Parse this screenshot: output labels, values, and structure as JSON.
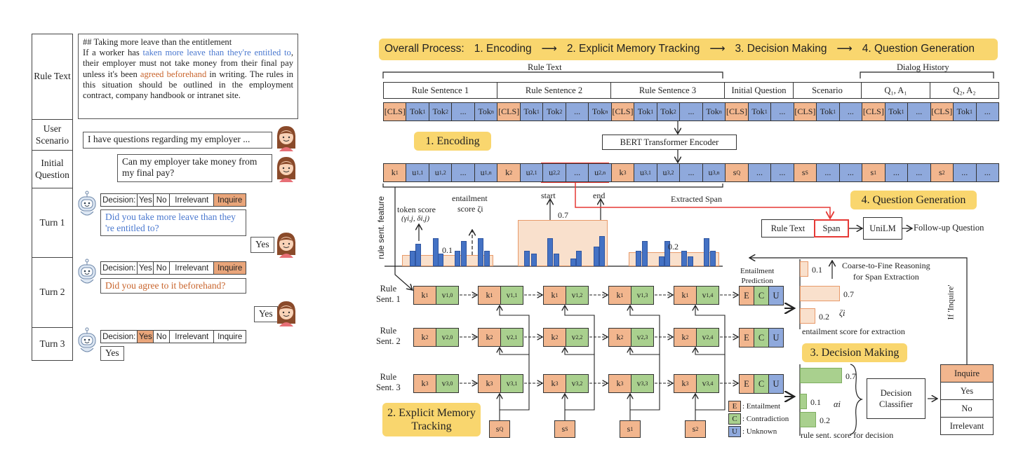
{
  "left": {
    "row_labels": [
      "Rule Text",
      "User Scenario",
      "Initial Question",
      "Turn 1",
      "Turn 2",
      "Turn 3"
    ],
    "rule_text": {
      "heading": "## Taking more leave than the entitlement",
      "parts": [
        "If a worker has ",
        "taken more leave than they're entitled to",
        ", their employer must not take money from their final pay unless it's been ",
        "agreed beforehand",
        " in writing. The rules in this situation should be outlined in the employment contract, company handbook or intranet site."
      ]
    },
    "scenario": "I have questions regarding my employer ...",
    "initial_question": "Can my employer take money from my final pay?",
    "decision_label": "Decision:",
    "options": [
      "Yes",
      "No",
      "Irrelevant",
      "Inquire"
    ],
    "turns": [
      {
        "selected": "Inquire",
        "question": "Did you take more leave than they 're entitled to?",
        "question_color": "#4a78cf",
        "answer": "Yes"
      },
      {
        "selected": "Inquire",
        "question": "Did you agree to it beforehand?",
        "question_color": "#c8642c",
        "answer": "Yes"
      },
      {
        "selected": "Yes",
        "bot_answer": "Yes"
      }
    ]
  },
  "overview": {
    "label": "Overall Process:",
    "steps": [
      "1. Encoding",
      "2. Explicit Memory Tracking",
      "3. Decision Making",
      "4. Question Generation"
    ]
  },
  "input": {
    "rule_text_label": "Rule Text",
    "dialog_history_label": "Dialog History",
    "segments": [
      "Rule Sentence 1",
      "Rule Sentence 2",
      "Rule Sentence 3",
      "Initial Question",
      "Scenario",
      "Q₁, A₁",
      "Q₂, A₂"
    ],
    "tokens": [
      [
        "[CLS]",
        ""
      ],
      [
        "Tok",
        "1"
      ],
      [
        "Tok",
        "2"
      ],
      [
        "...",
        ""
      ],
      [
        "Tok",
        "n"
      ],
      [
        "[CLS]",
        ""
      ],
      [
        "Tok",
        "1"
      ],
      [
        "Tok",
        "2"
      ],
      [
        "...",
        ""
      ],
      [
        "Tok",
        "n"
      ],
      [
        "[CLS]",
        ""
      ],
      [
        "Tok",
        "1"
      ],
      [
        "Tok",
        "2"
      ],
      [
        "...",
        ""
      ],
      [
        "Tok",
        "n"
      ],
      [
        "[CLS]",
        ""
      ],
      [
        "Tok",
        "1"
      ],
      [
        "...",
        ""
      ],
      [
        "[CLS]",
        ""
      ],
      [
        "Tok",
        "1"
      ],
      [
        "...",
        ""
      ],
      [
        "[CLS]",
        ""
      ],
      [
        "Tok",
        "1"
      ],
      [
        "...",
        ""
      ],
      [
        "[CLS]",
        ""
      ],
      [
        "Tok",
        "1"
      ],
      [
        "...",
        ""
      ]
    ],
    "encoder_label": "BERT Transformer Encoder",
    "encoded": [
      [
        "k",
        "1"
      ],
      [
        "u",
        "1,1"
      ],
      [
        "u",
        "1,2"
      ],
      [
        "...",
        ""
      ],
      [
        "u",
        "1,n"
      ],
      [
        "k",
        "2"
      ],
      [
        "u",
        "2,1"
      ],
      [
        "u",
        "2,2"
      ],
      [
        "...",
        ""
      ],
      [
        "u",
        "2,n"
      ],
      [
        "k",
        "3"
      ],
      [
        "u",
        "3,1"
      ],
      [
        "u",
        "3,2"
      ],
      [
        "...",
        ""
      ],
      [
        "u",
        "3,n"
      ],
      [
        "s",
        "Q"
      ],
      [
        "...",
        ""
      ],
      [
        "...",
        ""
      ],
      [
        "s",
        "S"
      ],
      [
        "...",
        ""
      ],
      [
        "...",
        ""
      ],
      [
        "s",
        "1"
      ],
      [
        "...",
        ""
      ],
      [
        "...",
        ""
      ],
      [
        "s",
        "2"
      ],
      [
        "...",
        ""
      ],
      [
        "...",
        ""
      ]
    ]
  },
  "span_extraction": {
    "axis_label": "rule sent. feature",
    "token_score_label": "token score",
    "token_score_symbol": "(γi,j, δi,j)",
    "entailment_score_label": "entailment",
    "entailment_score_symbol": "score ζi",
    "start_label": "start",
    "end_label": "end",
    "extracted_span_label": "Extracted Span",
    "sentence_scores": [
      "0.1",
      "0.7",
      "0.2"
    ],
    "token_scores": [
      [
        0.49,
        0.71,
        0.89,
        0.4,
        0.49,
        0.8,
        0.89,
        0.49
      ],
      [
        0.49,
        0.4,
        0.89,
        0.4,
        0.24,
        0.49,
        0.62,
        0.96
      ],
      [
        0.49,
        0.8,
        0.31,
        0.8,
        0.49,
        0.31,
        0.89,
        0.49
      ]
    ]
  },
  "question_generation": {
    "title": "4. Question Generation",
    "rule_text": "Rule Text",
    "span": "Span",
    "model": "UniLM",
    "output": "Follow-up Question"
  },
  "memory": {
    "title": "2. Explicit Memory Tracking",
    "row_labels": [
      [
        "Rule",
        "Sent. 1"
      ],
      [
        "Rule",
        "Sent. 2"
      ],
      [
        "Rule",
        "Sent. 3"
      ]
    ],
    "rows": [
      [
        [
          [
            "k",
            "1"
          ],
          [
            "v",
            "1,0"
          ]
        ],
        [
          [
            "k",
            "1"
          ],
          [
            "v",
            "1,1"
          ]
        ],
        [
          [
            "k",
            "1"
          ],
          [
            "v",
            "1,2"
          ]
        ],
        [
          [
            "k",
            "1"
          ],
          [
            "v",
            "1,3"
          ]
        ],
        [
          [
            "k",
            "1"
          ],
          [
            "v",
            "1,4"
          ]
        ]
      ],
      [
        [
          [
            "k",
            "2"
          ],
          [
            "v",
            "2,0"
          ]
        ],
        [
          [
            "k",
            "2"
          ],
          [
            "v",
            "2,1"
          ]
        ],
        [
          [
            "k",
            "2"
          ],
          [
            "v",
            "2,2"
          ]
        ],
        [
          [
            "k",
            "2"
          ],
          [
            "v",
            "2,3"
          ]
        ],
        [
          [
            "k",
            "2"
          ],
          [
            "v",
            "2,4"
          ]
        ]
      ],
      [
        [
          [
            "k",
            "3"
          ],
          [
            "v",
            "3,0"
          ]
        ],
        [
          [
            "k",
            "3"
          ],
          [
            "v",
            "3,1"
          ]
        ],
        [
          [
            "k",
            "3"
          ],
          [
            "v",
            "3,2"
          ]
        ],
        [
          [
            "k",
            "3"
          ],
          [
            "v",
            "3,3"
          ]
        ],
        [
          [
            "k",
            "3"
          ],
          [
            "v",
            "3,4"
          ]
        ]
      ]
    ],
    "inputs": [
      [
        "s",
        "Q"
      ],
      [
        "s",
        "S"
      ],
      [
        "s",
        "1"
      ],
      [
        "s",
        "2"
      ]
    ],
    "prediction_label": [
      "Entailment",
      "Prediction"
    ],
    "ecu": [
      "E",
      "C",
      "U"
    ],
    "legend": [
      [
        "E",
        ": Entailment"
      ],
      [
        "C",
        ": Contradiction"
      ],
      [
        "U",
        ": Unknown"
      ]
    ]
  },
  "coarse_to_fine": {
    "title": [
      "Coarse-to-Fine Reasoning",
      "for Span Extraction"
    ],
    "values": [
      "0.1",
      "0.7",
      "0.2"
    ],
    "symbol": "ζi",
    "caption": "entailment score for extraction"
  },
  "decision": {
    "title": "3. Decision Making",
    "values": [
      "0.7",
      "0.1",
      "0.2"
    ],
    "symbol": "αi",
    "caption": "rule sent. score for decision",
    "classifier": [
      "Decision",
      "Classifier"
    ],
    "outputs": [
      "Inquire",
      "Yes",
      "No",
      "Irrelevant"
    ],
    "feedback_label": "If 'Inquire'"
  },
  "colors": {
    "orange": "#f2b68e",
    "blue": "#8fa9dc",
    "green": "#a9d08e",
    "yellow": "#f9d66e",
    "red": "#e53935",
    "bar": "#4472c4"
  }
}
